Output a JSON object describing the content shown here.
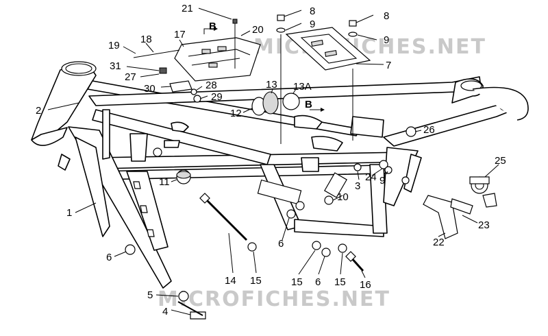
{
  "watermarks": [
    "MICROFICHES.NET",
    "MICROFICHES.NET"
  ],
  "callouts": [
    {
      "id": "21",
      "label": "21"
    },
    {
      "id": "8a",
      "label": "8"
    },
    {
      "id": "8b",
      "label": "8"
    },
    {
      "id": "9a",
      "label": "9"
    },
    {
      "id": "9b",
      "label": "9"
    },
    {
      "id": "b1",
      "label": "B"
    },
    {
      "id": "20",
      "label": "20"
    },
    {
      "id": "19",
      "label": "19"
    },
    {
      "id": "18",
      "label": "18"
    },
    {
      "id": "17",
      "label": "17"
    },
    {
      "id": "31",
      "label": "31"
    },
    {
      "id": "27",
      "label": "27"
    },
    {
      "id": "30",
      "label": "30"
    },
    {
      "id": "28",
      "label": "28"
    },
    {
      "id": "29",
      "label": "29"
    },
    {
      "id": "7",
      "label": "7"
    },
    {
      "id": "13",
      "label": "13"
    },
    {
      "id": "13A",
      "label": "13A"
    },
    {
      "id": "12",
      "label": "12"
    },
    {
      "id": "b2",
      "label": "B"
    },
    {
      "id": "2",
      "label": "2"
    },
    {
      "id": "26",
      "label": "26"
    },
    {
      "id": "11",
      "label": "11"
    },
    {
      "id": "25",
      "label": "25"
    },
    {
      "id": "3",
      "label": "3"
    },
    {
      "id": "24",
      "label": "24"
    },
    {
      "id": "9c",
      "label": "9"
    },
    {
      "id": "10",
      "label": "10"
    },
    {
      "id": "1",
      "label": "1"
    },
    {
      "id": "23",
      "label": "23"
    },
    {
      "id": "6a",
      "label": "6"
    },
    {
      "id": "6b",
      "label": "6"
    },
    {
      "id": "6c",
      "label": "6"
    },
    {
      "id": "22",
      "label": "22"
    },
    {
      "id": "14",
      "label": "14"
    },
    {
      "id": "15a",
      "label": "15"
    },
    {
      "id": "15b",
      "label": "15"
    },
    {
      "id": "15c",
      "label": "15"
    },
    {
      "id": "16",
      "label": "16"
    },
    {
      "id": "5",
      "label": "5"
    },
    {
      "id": "4",
      "label": "4"
    }
  ]
}
